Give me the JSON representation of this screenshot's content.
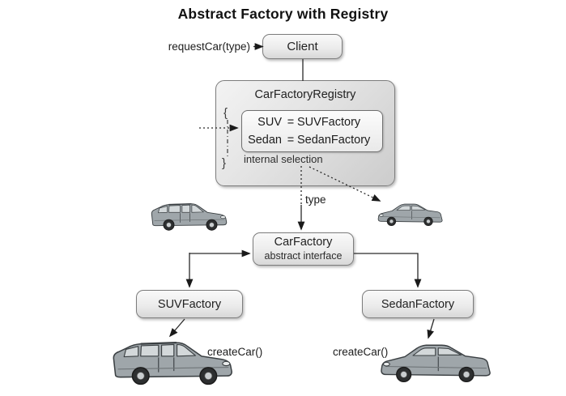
{
  "title": "Abstract Factory with Registry",
  "client": {
    "box_label": "Client",
    "request_label": "requestCar(type)"
  },
  "registry": {
    "box_label": "CarFactoryRegistry",
    "entries": [
      {
        "key": "SUV",
        "operator": "=",
        "value": "SUVFactory"
      },
      {
        "key": "Sedan",
        "operator": "=",
        "value": "SedanFactory"
      }
    ],
    "caption": "internal selection",
    "brace_open": "{",
    "brace_close": "}"
  },
  "labels": {
    "type": "type",
    "create_car_left": "createCar()",
    "create_car_right": "createCar()"
  },
  "factories": {
    "abstract": {
      "title": "CarFactory",
      "subtitle": "abstract interface"
    },
    "suv": {
      "box_label": "SUVFactory"
    },
    "sedan": {
      "box_label": "SedanFactory"
    }
  },
  "colors": {
    "background": "#ffffff",
    "box_border": "#7d7d7d",
    "box_fill_top": "#f9f9f9",
    "box_fill_bottom": "#d8d8d8",
    "line": "#2a2a2a",
    "text": "#222222",
    "car_body": "#9fa6aa",
    "car_window": "#d3d8da"
  }
}
